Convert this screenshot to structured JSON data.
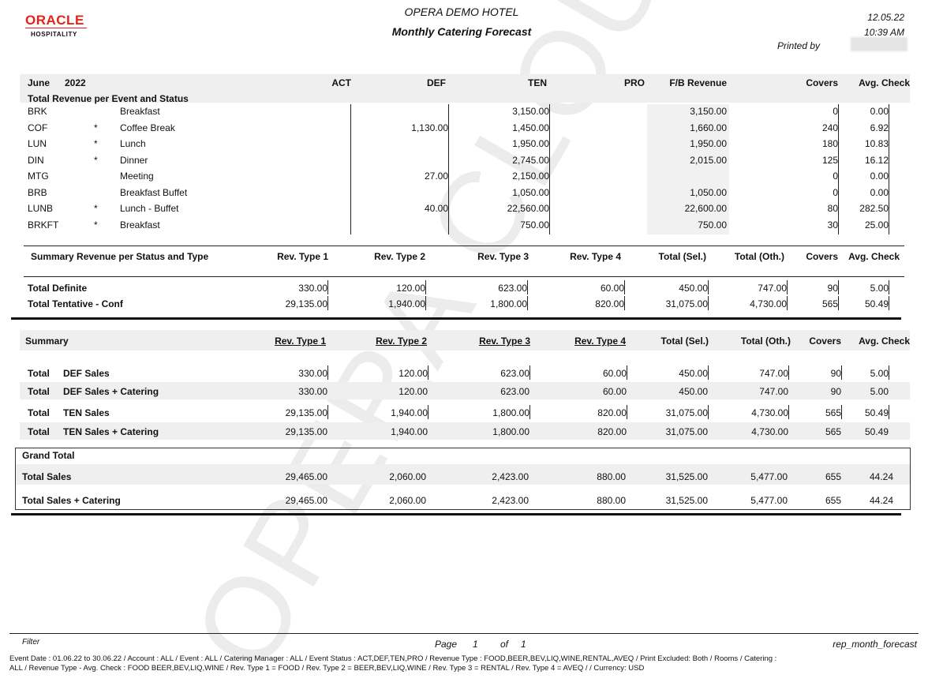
{
  "header": {
    "logo_text": "ORACLE",
    "logo_sub": "HOSPITALITY",
    "hotel": "OPERA DEMO HOTEL",
    "report_title": "Monthly Catering Forecast",
    "date": "12.05.22",
    "time": "10:39 AM",
    "printed_by_label": "Printed by"
  },
  "watermark": "OPERA CLOUD",
  "section1": {
    "month": "June",
    "year": "2022",
    "cols": [
      "ACT",
      "DEF",
      "TEN",
      "PRO",
      "F/B Revenue",
      "Covers",
      "Avg. Check"
    ],
    "subtitle": "Total  Revenue per Event and Status",
    "rows": [
      {
        "code": "BRK",
        "star": "",
        "name": "Breakfast",
        "def": "",
        "ten": "3,150.00",
        "fb": "3,150.00",
        "covers": "0",
        "avg": "0.00"
      },
      {
        "code": "COF",
        "star": "*",
        "name": "Coffee Break",
        "def": "1,130.00",
        "ten": "1,450.00",
        "fb": "1,660.00",
        "covers": "240",
        "avg": "6.92"
      },
      {
        "code": "LUN",
        "star": "*",
        "name": "Lunch",
        "def": "",
        "ten": "1,950.00",
        "fb": "1,950.00",
        "covers": "180",
        "avg": "10.83"
      },
      {
        "code": "DIN",
        "star": "*",
        "name": "Dinner",
        "def": "",
        "ten": "2,745.00",
        "fb": "2,015.00",
        "covers": "125",
        "avg": "16.12"
      },
      {
        "code": "MTG",
        "star": "",
        "name": "Meeting",
        "def": "27.00",
        "ten": "2,150.00",
        "fb": "",
        "covers": "0",
        "avg": "0.00"
      },
      {
        "code": "BRB",
        "star": "",
        "name": "Breakfast Buffet",
        "def": "",
        "ten": "1,050.00",
        "fb": "1,050.00",
        "covers": "0",
        "avg": "0.00"
      },
      {
        "code": "LUNB",
        "star": "*",
        "name": "Lunch - Buffet",
        "def": "40.00",
        "ten": "22,560.00",
        "fb": "22,600.00",
        "covers": "80",
        "avg": "282.50"
      },
      {
        "code": "BRKFT",
        "star": "*",
        "name": "Breakfast",
        "def": "",
        "ten": "750.00",
        "fb": "750.00",
        "covers": "30",
        "avg": "25.00"
      }
    ]
  },
  "section2": {
    "title": "Summary Revenue per Status and Type",
    "cols": [
      "Rev. Type 1",
      "Rev. Type 2",
      "Rev. Type 3",
      "Rev. Type 4",
      "Total (Sel.)",
      "Total (Oth.)",
      "Covers",
      "Avg. Check"
    ],
    "rows": [
      {
        "label": "Total Definite",
        "vals": [
          "330.00",
          "120.00",
          "623.00",
          "60.00",
          "450.00",
          "747.00",
          "90",
          "5.00"
        ]
      },
      {
        "label": "Total Tentative - Conf",
        "vals": [
          "29,135.00",
          "1,940.00",
          "1,800.00",
          "820.00",
          "31,075.00",
          "4,730.00",
          "565",
          "50.49"
        ]
      }
    ]
  },
  "section3": {
    "title": "Summary",
    "cols": [
      "Rev. Type 1",
      "Rev. Type 2",
      "Rev. Type 3",
      "Rev. Type 4",
      "Total (Sel.)",
      "Total (Oth.)",
      "Covers",
      "Avg. Check"
    ],
    "rows": [
      {
        "label1": "Total",
        "label2": "DEF Sales",
        "vals": [
          "330.00",
          "120.00",
          "623.00",
          "60.00",
          "450.00",
          "747.00",
          "90",
          "5.00"
        ]
      },
      {
        "label1": "Total",
        "label2": "DEF Sales + Catering",
        "vals": [
          "330.00",
          "120.00",
          "623.00",
          "60.00",
          "450.00",
          "747.00",
          "90",
          "5.00"
        ]
      },
      {
        "label1": "Total",
        "label2": "TEN Sales",
        "vals": [
          "29,135.00",
          "1,940.00",
          "1,800.00",
          "820.00",
          "31,075.00",
          "4,730.00",
          "565",
          "50.49"
        ]
      },
      {
        "label1": "Total",
        "label2": "TEN Sales + Catering",
        "vals": [
          "29,135.00",
          "1,940.00",
          "1,800.00",
          "820.00",
          "31,075.00",
          "4,730.00",
          "565",
          "50.49"
        ]
      }
    ]
  },
  "grand_total": {
    "title": "Grand Total",
    "rows": [
      {
        "label": "Total Sales",
        "vals": [
          "29,465.00",
          "2,060.00",
          "2,423.00",
          "880.00",
          "31,525.00",
          "5,477.00",
          "655",
          "44.24"
        ]
      },
      {
        "label": "Total Sales + Catering",
        "vals": [
          "29,465.00",
          "2,060.00",
          "2,423.00",
          "880.00",
          "31,525.00",
          "5,477.00",
          "655",
          "44.24"
        ]
      }
    ]
  },
  "footer": {
    "filter_label": "Filter",
    "page_label": "Page",
    "page_num": "1",
    "of_label": "of",
    "page_total": "1",
    "report_name": "rep_month_forecast",
    "line1": "Event Date : 01.06.22 to 30.06.22  /  Account : ALL  /  Event : ALL  /  Catering Manager : ALL  /  Event Status : ACT,DEF,TEN,PRO  /  Revenue Type : FOOD,BEER,BEV,LIQ,WINE,RENTAL,AVEQ  /  Print Excluded: Both  /  Rooms / Catering :",
    "line2": "ALL / Revenue Type - Avg. Check :  FOOD BEER,BEV,LIQ,WINE / Rev. Type 1 = FOOD / Rev. Type 2 = BEER,BEV,LIQ,WINE / Rev. Type 3 = RENTAL / Rev. Type 4 = AVEQ /  / Currency: USD"
  }
}
